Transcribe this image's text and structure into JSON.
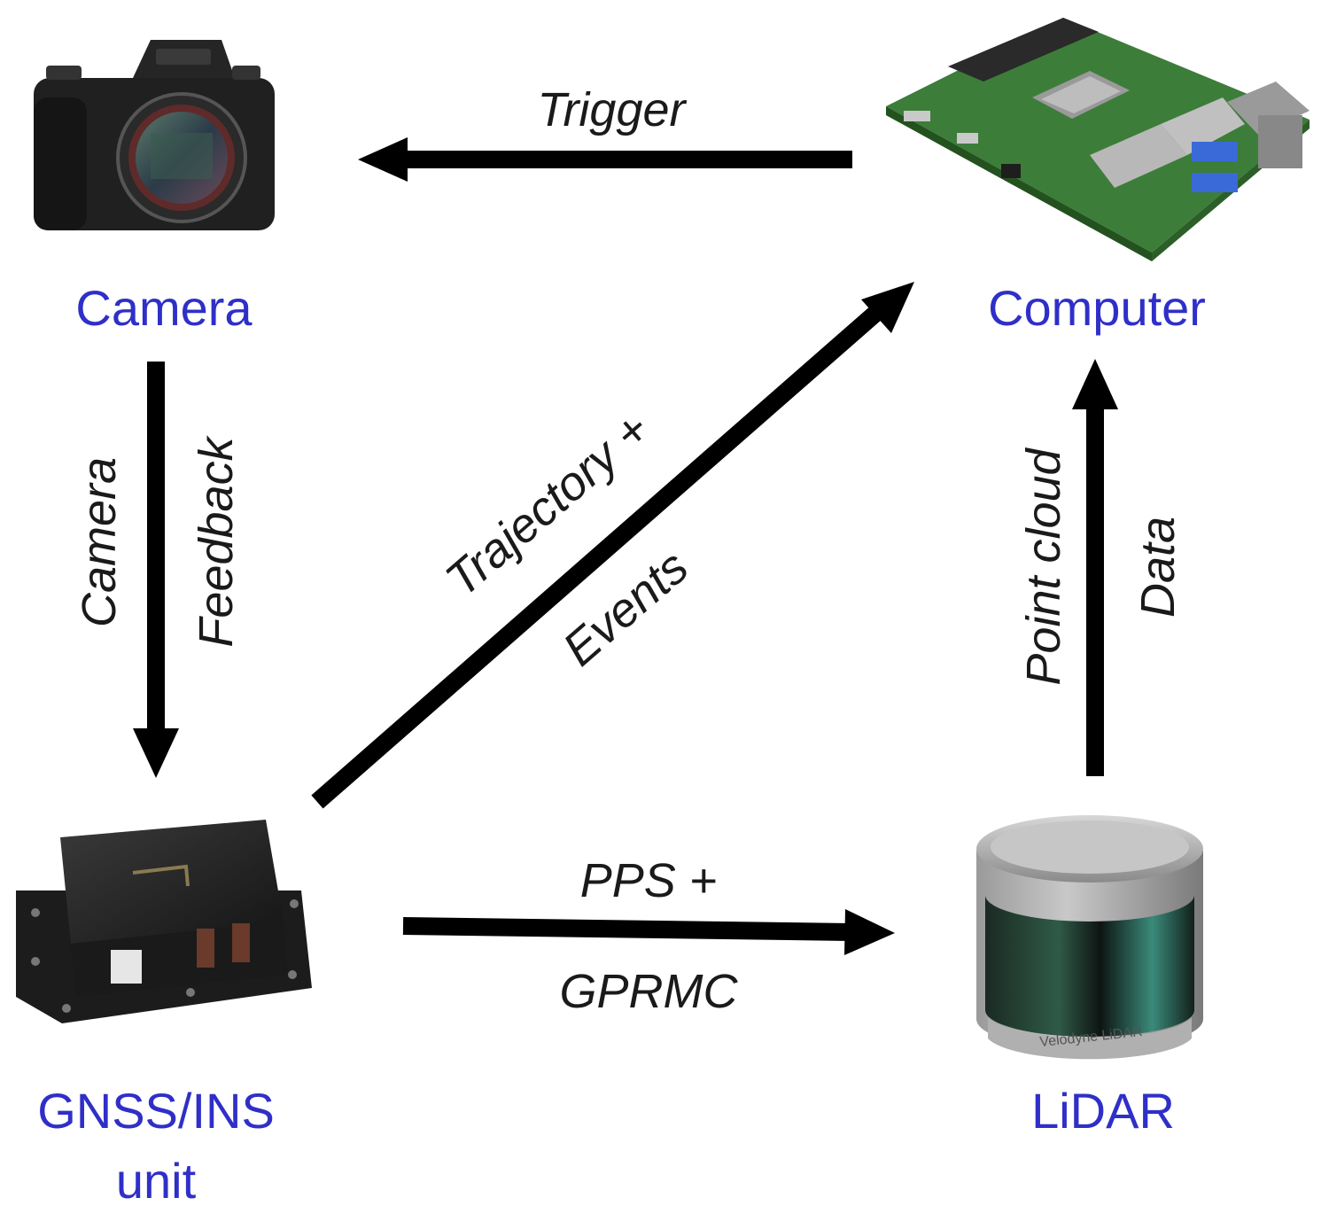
{
  "nodes": {
    "camera": {
      "label": "Camera"
    },
    "computer": {
      "label": "Computer"
    },
    "gnss": {
      "label_line1": "GNSS/INS",
      "label_line2": "unit"
    },
    "lidar": {
      "label": "LiDAR",
      "device_text": "Velodyne LiDAR"
    }
  },
  "edges": {
    "trigger": {
      "label": "Trigger"
    },
    "camera_feedback": {
      "label_line1": "Camera",
      "label_line2": "Feedback"
    },
    "trajectory_events": {
      "label_line1": "Trajectory +",
      "label_line2": "Events"
    },
    "point_cloud_data": {
      "label_line1": "Point cloud",
      "label_line2": "Data"
    },
    "pps_gprmc": {
      "label_line1": "PPS +",
      "label_line2": "GPRMC"
    }
  },
  "colors": {
    "node_label": "#2f2fc8",
    "arrow": "#000000",
    "pcb": "#3c7d3a"
  },
  "icons": {
    "camera": "camera-icon",
    "computer": "single-board-computer-icon",
    "gnss": "gnss-ins-unit-icon",
    "lidar": "lidar-sensor-icon"
  }
}
